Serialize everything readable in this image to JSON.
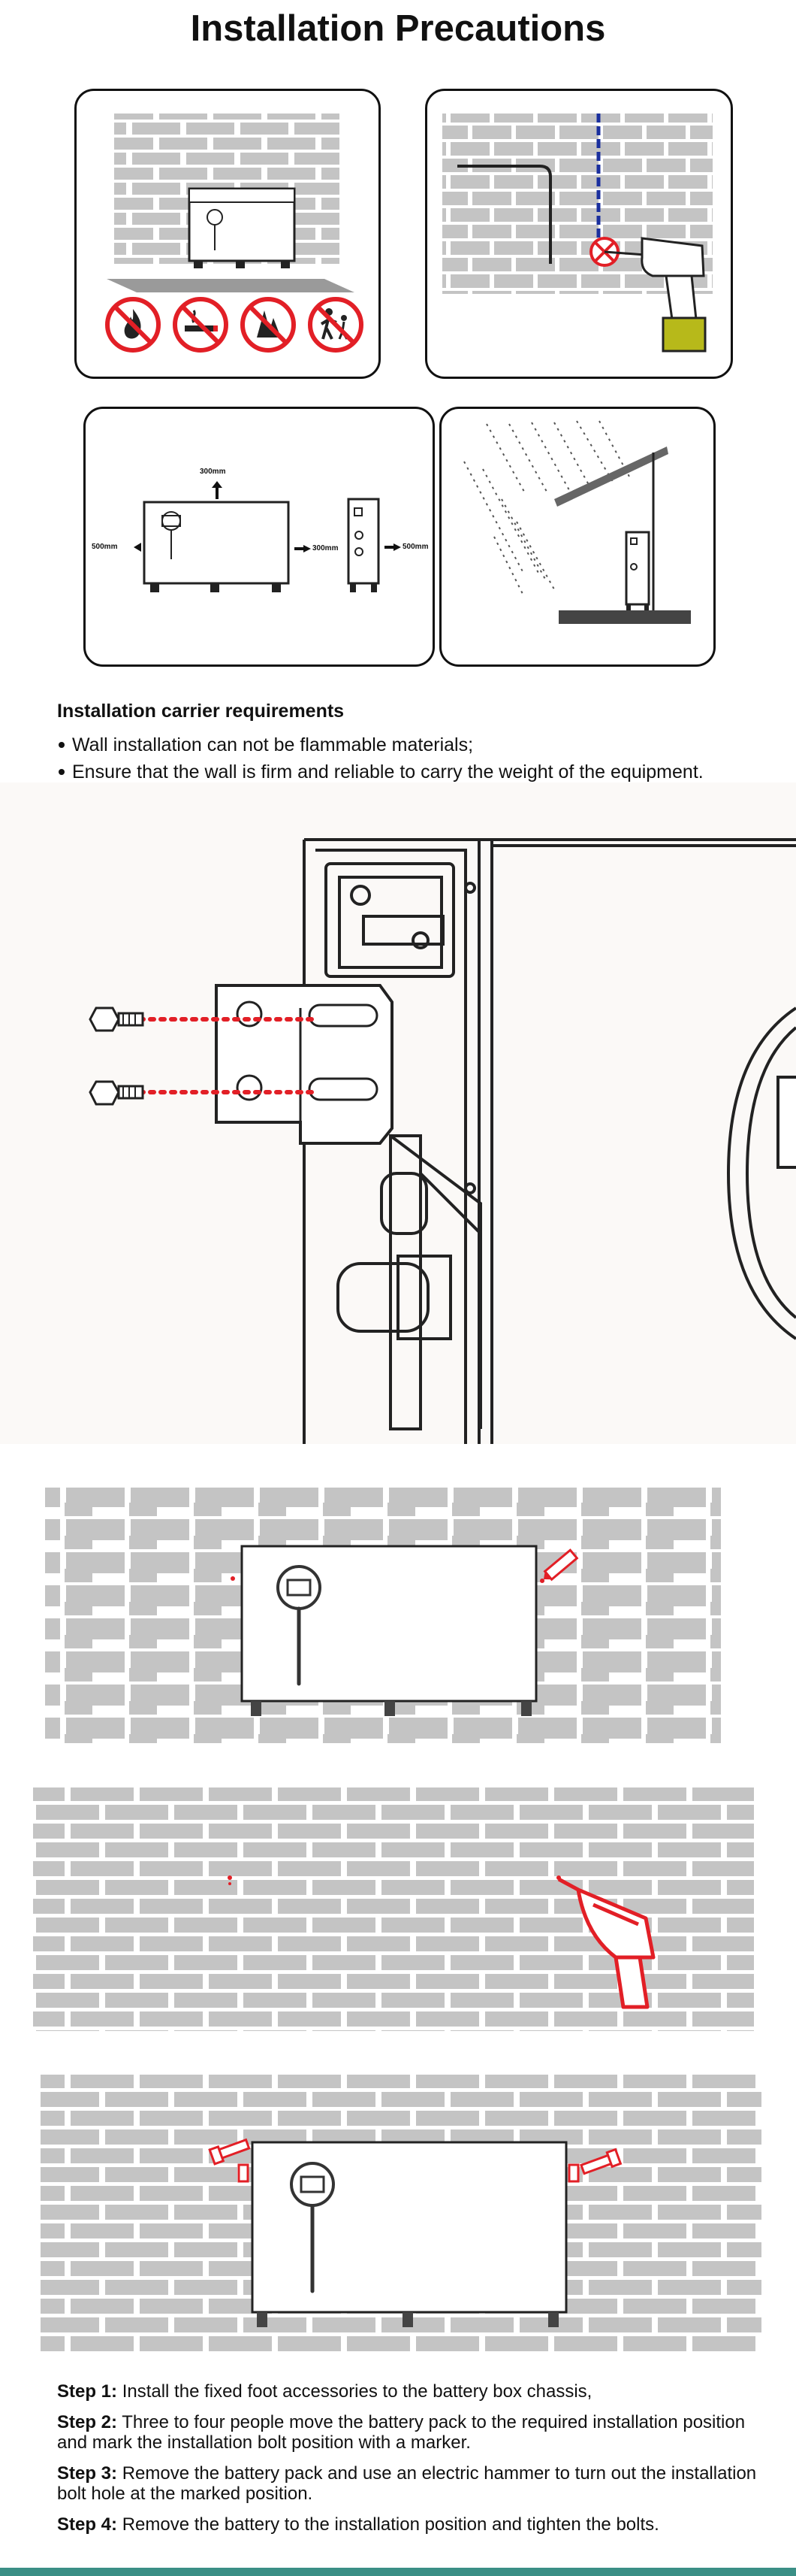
{
  "page": {
    "title": "Installation Precautions",
    "accent_red": "#e21f26",
    "brick_gray": "#c4c4c4",
    "footer_bar_color": "#3b8f86"
  },
  "precautions": {
    "panel1_icons": [
      "no-fire-icon",
      "no-smoking-icon",
      "no-flammables-icon",
      "no-children-icon"
    ],
    "panel3": {
      "clearance_top": "300mm",
      "clearance_left": "500mm",
      "clearance_side": "300mm",
      "clearance_right": "500mm"
    }
  },
  "requirements": {
    "heading": "Installation carrier requirements",
    "items": [
      "Wall installation can not be flammable materials;",
      "Ensure that the wall is firm and reliable to carry the weight of the equipment."
    ]
  },
  "steps": [
    {
      "label": "Step 1:",
      "text": "Install the fixed foot accessories to the battery box chassis,"
    },
    {
      "label": "Step 2:",
      "text": "Three to four people move the battery pack to the required installation position and mark the installation bolt position with a marker."
    },
    {
      "label": "Step 3:",
      "text": "Remove the battery pack and use an electric hammer to turn out the installation bolt hole at the marked position."
    },
    {
      "label": "Step 4:",
      "text": "Remove the battery to the installation position and tighten the bolts."
    }
  ]
}
